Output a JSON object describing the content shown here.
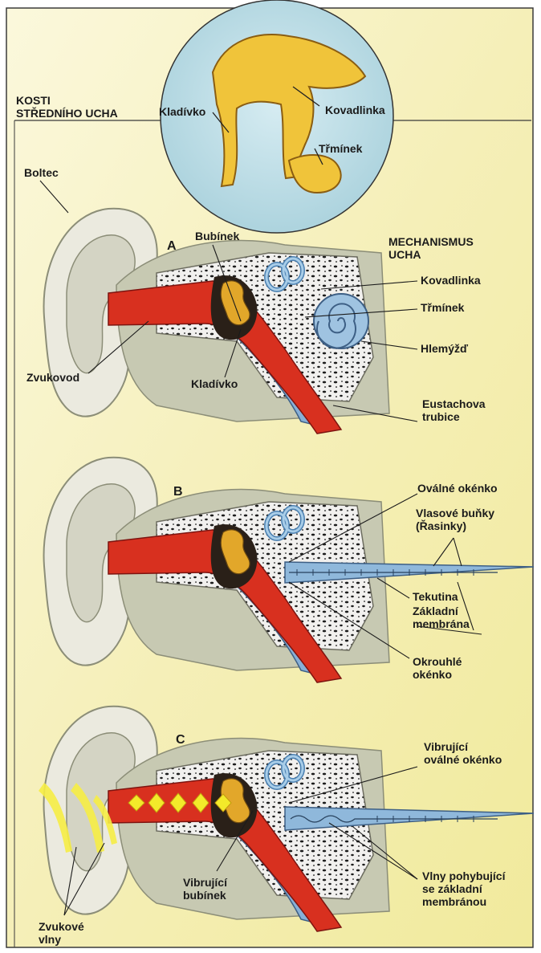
{
  "header": {
    "section_title": "KOSTI\nSTŘEDNÍHO UCHA",
    "bones": {
      "malleus": "Kladívko",
      "incus": "Kovadlinka",
      "stapes": "Třmínek"
    }
  },
  "panel_a": {
    "letter": "A",
    "title": "MECHANISMUS\nUCHA",
    "labels": {
      "auricle": "Boltec",
      "eardrum": "Bubínek",
      "incus": "Kovadlinka",
      "stapes": "Třmínek",
      "cochlea": "Hlemýžď",
      "ear_canal": "Zvukovod",
      "malleus": "Kladívko",
      "eustachian_tube": "Eustachova\ntrubice"
    }
  },
  "panel_b": {
    "letter": "B",
    "labels": {
      "oval_window": "Oválné okénko",
      "hair_cells": "Vlasové buňky\n(Řasinky)",
      "fluid": "Tekutina",
      "basilar_membrane": "Základní\nmembrána",
      "round_window": "Okrouhlé\nokénko"
    }
  },
  "panel_c": {
    "letter": "C",
    "labels": {
      "vibrating_oval_window": "Vibrující\noválné okénko",
      "vibrating_eardrum": "Vibrující\nbubínek",
      "waves": "Vlny pohybující\nse základní\nmembránou",
      "sound_waves": "Zvukové\nvlny"
    }
  },
  "colors": {
    "background": "#f6f1bf",
    "canal_red": "#d8301f",
    "tube_blue": "#7fa9d3",
    "bone_yellow": "#e2a72a",
    "skin": "#e7e6d8",
    "skin_shadow": "#a9ab8f",
    "sound_wave_yellow": "#f3ea2a"
  }
}
